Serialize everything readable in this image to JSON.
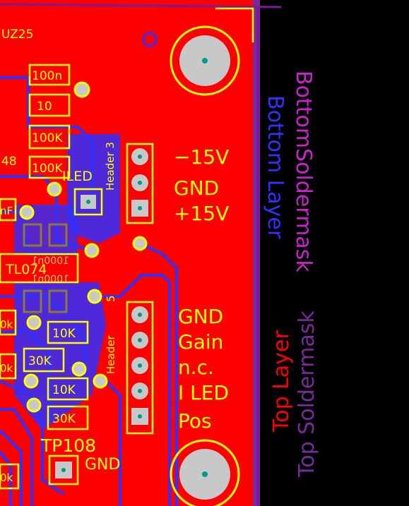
{
  "colors": {
    "top_copper": "#ff0000",
    "bottom_copper": "#3030ff",
    "silk": "#ffff00",
    "bottom_mask": "#cc22cc",
    "top_mask": "#7a2a9a",
    "board_edge": "#7a1a9a",
    "background": "#000000",
    "pad": "#c8c8c8",
    "drill": "#009a8a"
  },
  "components": {
    "ic_partial": "UZ25",
    "r_top_1": "100n",
    "r_top_2": "10",
    "r_top_3": "100K",
    "r_top_4": "100K",
    "partial_48": "48",
    "led_label": "ILED",
    "header3_label": "Header 3",
    "nf_partial": "nF",
    "opamp": "TL074",
    "opamp_mirror": "1000n1",
    "opamp_mirror_b": "1000n1",
    "header5_num": "5",
    "header5_label": "Header",
    "r_10k_a": "10K",
    "r_30k_a": "30K",
    "r_10k_b": "10K",
    "r_30k_b": "30K",
    "k_partial_1": "0k",
    "k_partial_2": "0k",
    "k_partial_3": "0k",
    "tp": "TP108",
    "tp_gnd": "GND"
  },
  "header3_pins": [
    "−15V",
    "GND",
    "+15V"
  ],
  "header5_pins": [
    "GND",
    "Gain",
    "n.c.",
    "I LED",
    "Pos"
  ],
  "legend": {
    "bottom_layer": "Bottom Layer",
    "bottom_soldermask": "BottomSoldermask",
    "top_layer": "Top Layer",
    "top_soldermask": "Top Soldermask"
  }
}
